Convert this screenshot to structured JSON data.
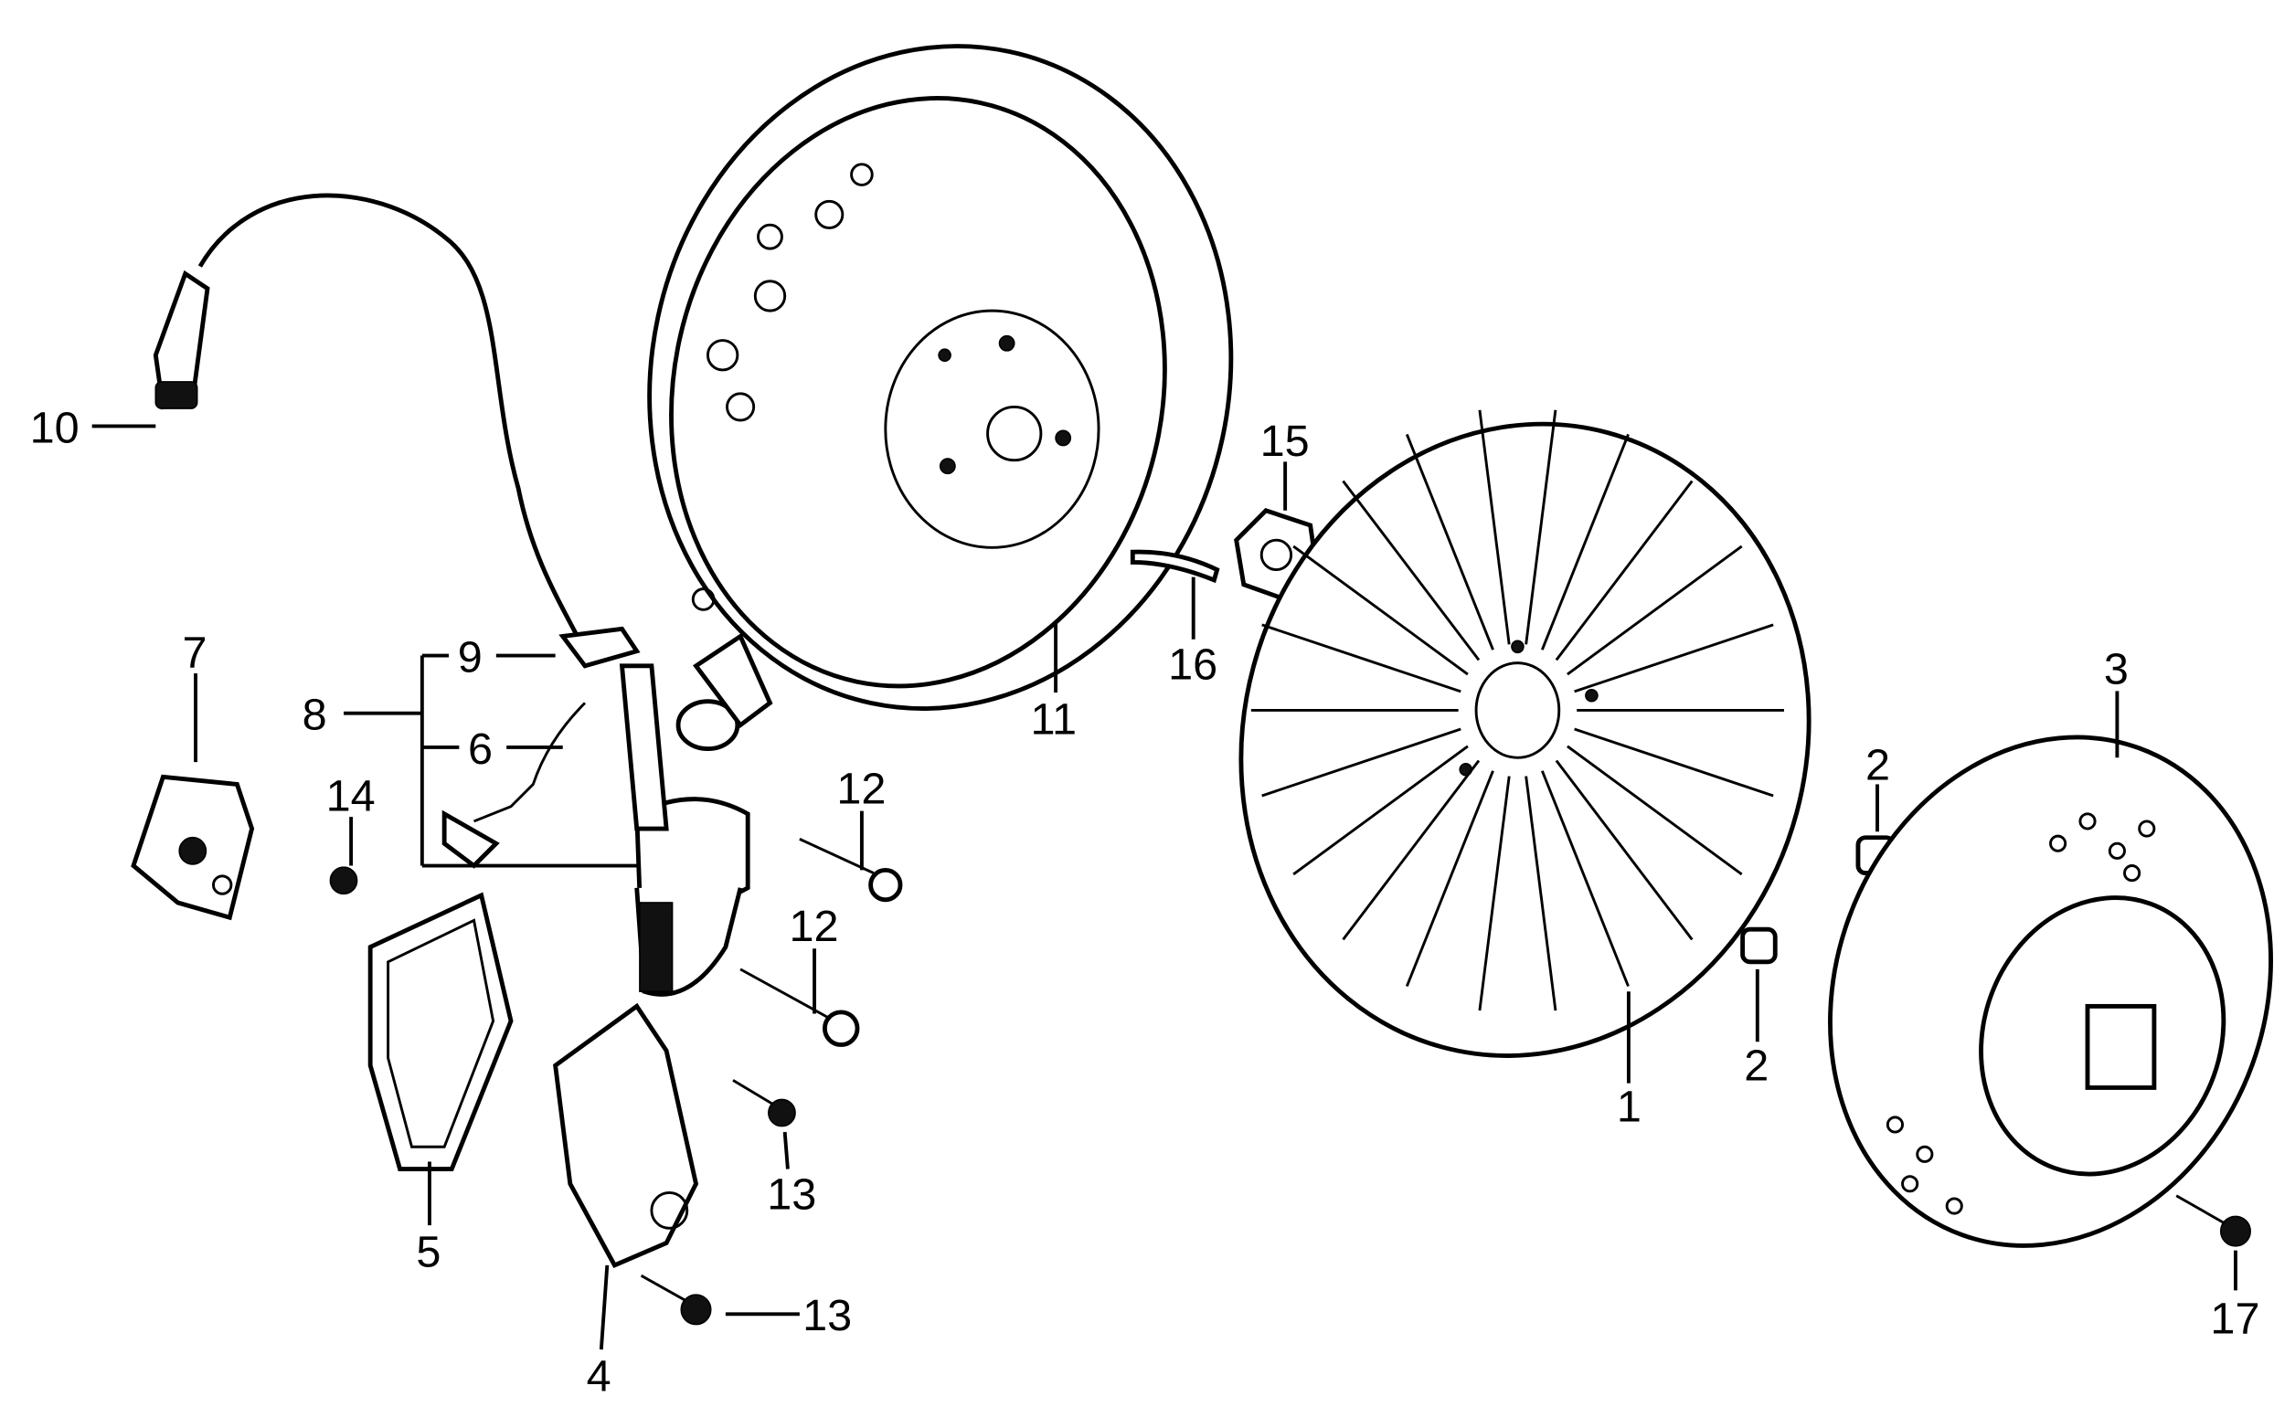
{
  "diagram": {
    "type": "exploded parts diagram",
    "callouts": [
      "1",
      "2",
      "2",
      "3",
      "4",
      "5",
      "6",
      "7",
      "8",
      "9",
      "10",
      "11",
      "12",
      "12",
      "13",
      "13",
      "14",
      "15",
      "16",
      "17"
    ]
  }
}
